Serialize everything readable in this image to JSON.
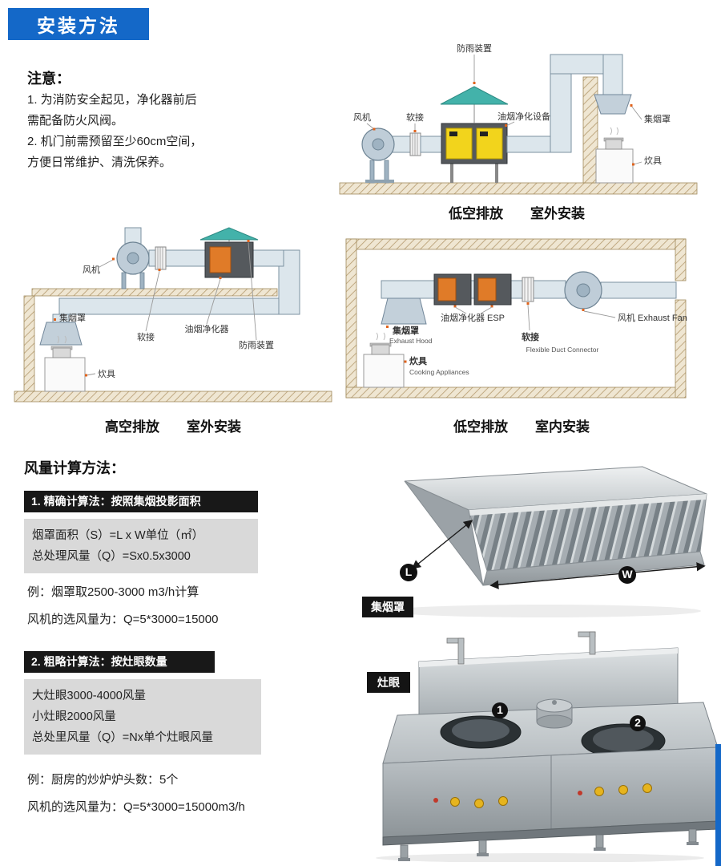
{
  "header": {
    "title": "安装方法"
  },
  "notice": {
    "title": "注意：",
    "line1": "1. 为消防安全起见，净化器前后",
    "line2": "需配备防火风阀。",
    "line3": "2. 机门前需预留至少60cm空间，",
    "line4": "方便日常维护、清洗保养。"
  },
  "diagram_outdoor_low": {
    "caption_left": "低空排放",
    "caption_right": "室外安装",
    "labels": {
      "rain_cover": "防雨装置",
      "fan": "风机",
      "flex": "软接",
      "purifier": "油烟净化设备",
      "hood": "集烟罩",
      "cooker": "炊具"
    }
  },
  "diagram_outdoor_high": {
    "caption_left": "高空排放",
    "caption_right": "室外安装",
    "labels": {
      "fan": "风机",
      "hood": "集烟罩",
      "flex": "软接",
      "purifier": "油烟净化器",
      "rain_cover": "防雨装置",
      "cooker": "炊具"
    }
  },
  "diagram_indoor_low": {
    "caption_left": "低空排放",
    "caption_right": "室内安装",
    "labels": {
      "hood_cn": "集烟罩",
      "hood_en": "Exhaust Hood",
      "purifier": "油烟净化器 ESP",
      "flex_cn": "软接",
      "flex_en": "Flexible Duct Connector",
      "fan": "风机 Exhaust Fan",
      "cooker_cn": "炊具",
      "cooker_en": "Cooking Appliances"
    }
  },
  "calc": {
    "title": "风量计算方法：",
    "m1_header": "1. 精确计算法：按照集烟投影面积",
    "m1_line1": "烟罩面积（S）=L x W单位（㎡）",
    "m1_line2": "总处理风量（Q）=Sx0.5x3000",
    "m1_ex1": "例：烟罩取2500-3000 m3/h计算",
    "m1_ex2": "风机的选风量为：Q=5*3000=15000",
    "m2_header": "2. 粗略计算法：按灶眼数量",
    "m2_line1": "大灶眼3000-4000风量",
    "m2_line2": "小灶眼2000风量",
    "m2_line3": "总处里风量（Q）=Nx单个灶眼风量",
    "m2_ex1": "例：厨房的炒炉炉头数：5个",
    "m2_ex2": "风机的选风量为：Q=5*3000=15000m3/h"
  },
  "hood_photo": {
    "badge": "集烟罩",
    "dim_l": "L",
    "dim_w": "W"
  },
  "stove_photo": {
    "badge": "灶眼",
    "marker1": "1",
    "marker2": "2"
  },
  "colors": {
    "accent_blue": "#1468c8",
    "label_black": "#141414",
    "marker_orange": "#e0631c"
  }
}
